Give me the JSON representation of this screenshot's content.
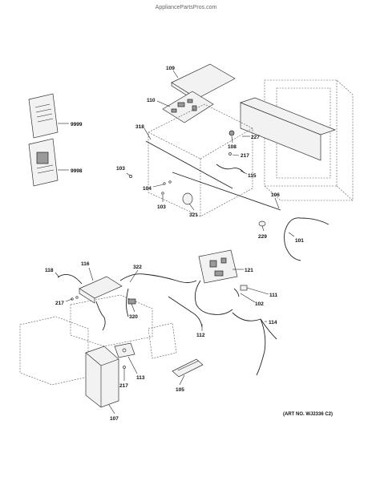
{
  "watermark": "AppliancePartsPros.com",
  "art_no": "(ART NO. WJ2336 C2)",
  "labels": {
    "p109": "109",
    "p110": "110",
    "p9999": "9999",
    "p9998": "9998",
    "p318": "318",
    "p227": "227",
    "p108": "108",
    "p217a": "217",
    "p115": "115",
    "p103a": "103",
    "p104": "104",
    "p103b": "103",
    "p321": "321",
    "p106": "106",
    "p229": "229",
    "p101": "101",
    "p116": "116",
    "p118": "118",
    "p322": "322",
    "p121": "121",
    "p217b": "217",
    "p320": "320",
    "p102": "102",
    "p111": "111",
    "p112": "112",
    "p114": "114",
    "p113": "113",
    "p217c": "217",
    "p105": "105",
    "p107": "107"
  }
}
